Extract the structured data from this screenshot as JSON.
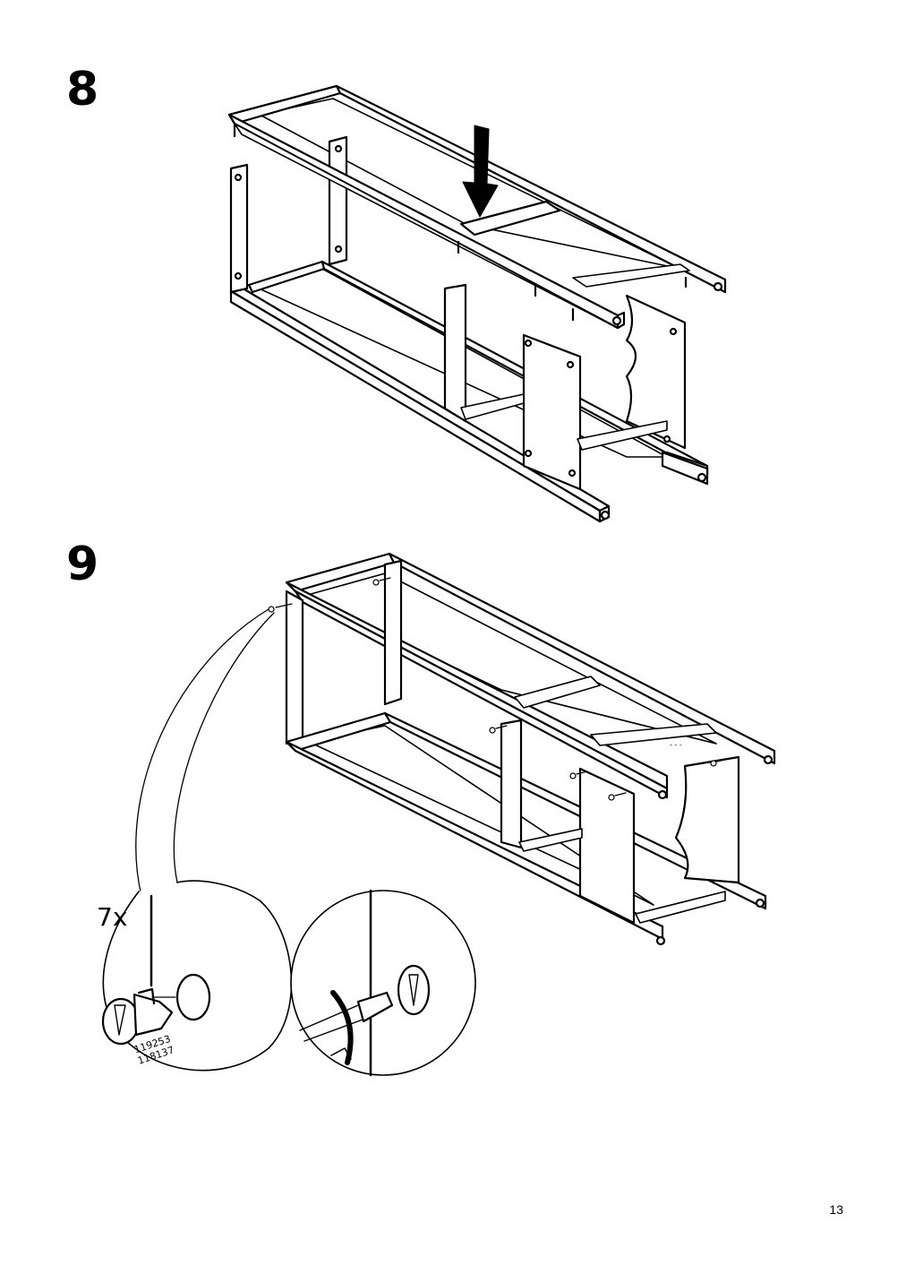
{
  "steps": [
    {
      "number": "8"
    },
    {
      "number": "9",
      "callout": {
        "quantity": "7x",
        "part_numbers": [
          "119253",
          "118137"
        ]
      }
    }
  ],
  "page_number": "13"
}
